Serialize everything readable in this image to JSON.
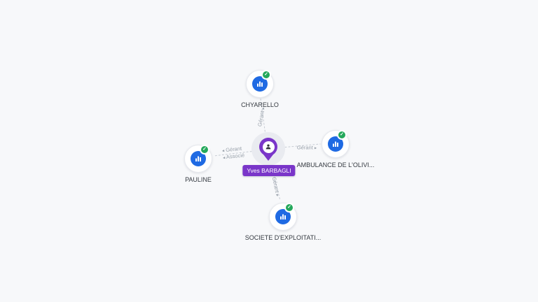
{
  "app": {
    "background": "#f7f8fa"
  },
  "person": {
    "label": "Yves BARBAGLI",
    "badge_color": "#7a36c9"
  },
  "companies": [
    {
      "label": "CHYARELLO"
    },
    {
      "label": "AMBULANCE DE L'OLIVI..."
    },
    {
      "label": "PAULINE"
    },
    {
      "label": "SOCIETE D'EXPLOITATI..."
    }
  ],
  "edges": {
    "top": {
      "label": "Gérant",
      "arrow": "▸"
    },
    "right": {
      "label": "Gérant",
      "arrow": "▸"
    },
    "left": {
      "rows": [
        {
          "arrow": "◂",
          "label": "Gérant"
        },
        {
          "arrow": "◂",
          "label": "Associé"
        }
      ]
    },
    "bottom": {
      "label": "Gérant",
      "arrow": "▸"
    }
  },
  "colors": {
    "company_icon_bg": "#1f6ae3",
    "check_badge": "#24a85b",
    "edge_line": "#c6cbd3"
  },
  "icons": {
    "company": "bar-chart-icon",
    "verified": "check-icon",
    "person": "person-icon"
  }
}
